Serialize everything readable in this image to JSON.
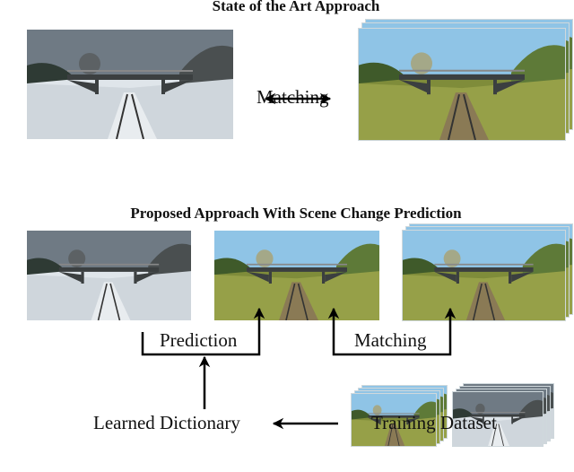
{
  "top": {
    "title": "State of the Art Approach",
    "matching_label": "Matching",
    "query_image": "winter-railway-bridge",
    "database_image": "summer-railway-bridge-sequence"
  },
  "bottom": {
    "title": "Proposed Approach With Scene Change Prediction",
    "query_image": "winter-railway-bridge",
    "predicted_image": "predicted-summer-railway-bridge",
    "database_image": "summer-railway-bridge-sequence",
    "prediction_label": "Prediction",
    "matching_label": "Matching",
    "dictionary_label": "Learned Dictionary",
    "training_label": "Training Dataset"
  },
  "colors": {
    "winter_sky": "#6f7a84",
    "winter_snow": "#dfe5ea",
    "summer_sky": "#8fc4e6",
    "summer_grass": "#7f8c3a",
    "arrow": "#000000"
  }
}
